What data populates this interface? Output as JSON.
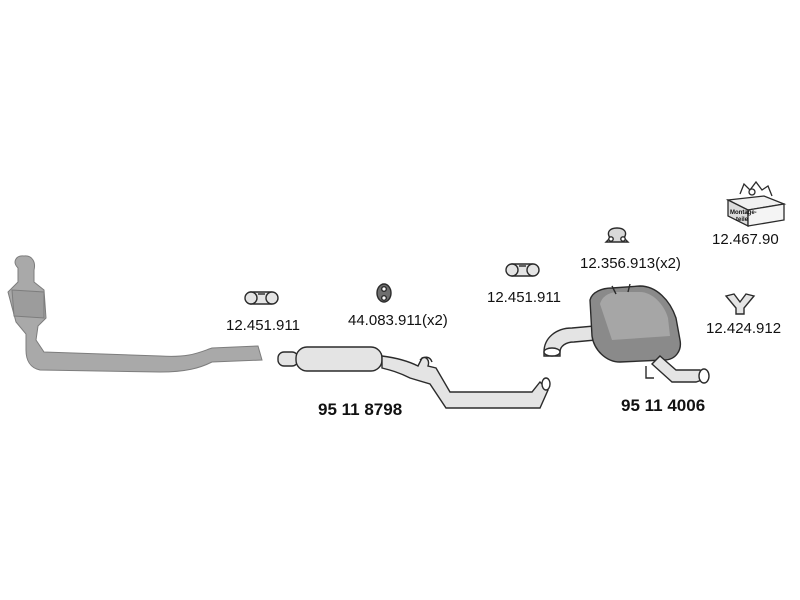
{
  "parts": {
    "clamp_left": "12.451.911",
    "hanger_mid": "44.083.911(x2)",
    "clamp_right": "12.451.911",
    "hanger_top": "12.356.913(x2)",
    "mounting_kit": "12.467.90",
    "mounting_kit_box_text": "Montage-\nteile",
    "bracket": "12.424.912",
    "middle_pipe": "95 11 8798",
    "rear_silencer": "95 11 4006"
  },
  "colors": {
    "front_pipe": "#a9a9a9",
    "outline": "#2b2b2b",
    "fill_light": "#e4e4e4",
    "fill_dark": "#8a8a8a"
  }
}
